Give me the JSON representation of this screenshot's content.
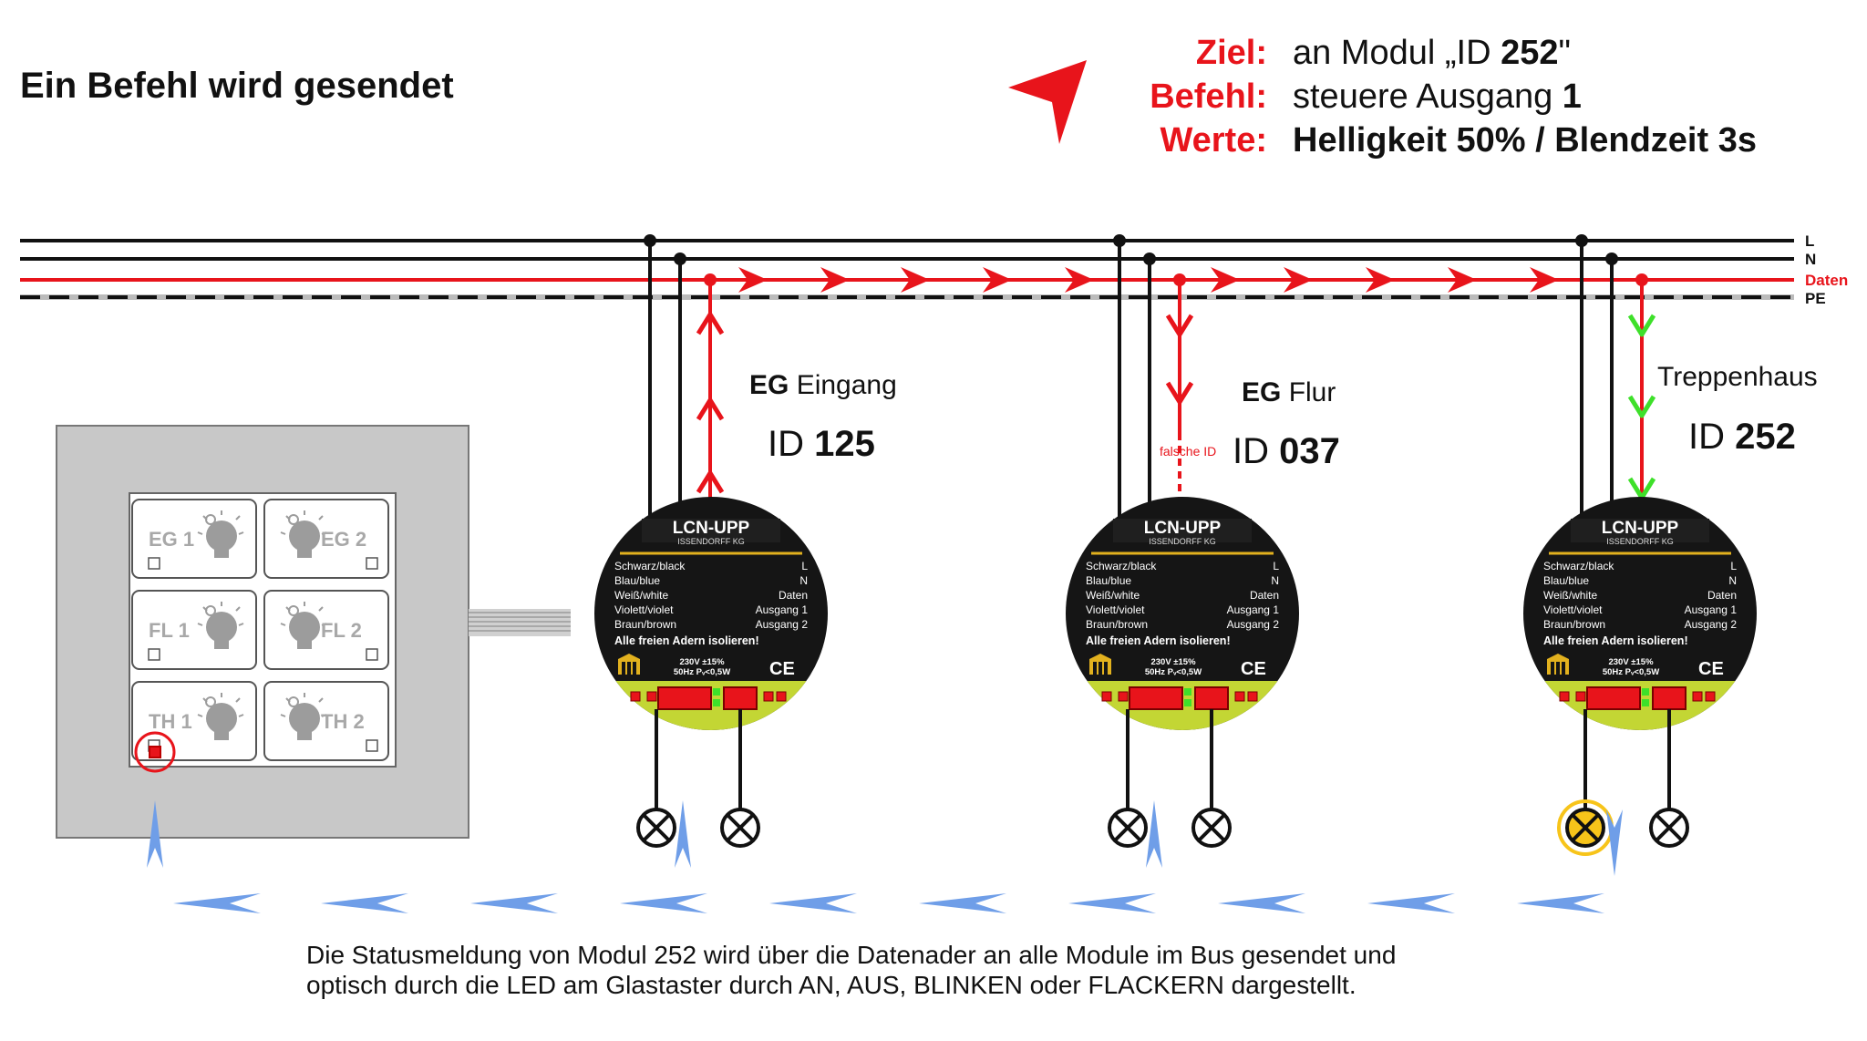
{
  "title": "Ein Befehl wird gesendet",
  "command": [
    {
      "label": "Ziel:",
      "pre": "an Modul „ID ",
      "bold": "252",
      "post": "\""
    },
    {
      "label": "Befehl:",
      "pre": "steuere Ausgang ",
      "bold": "1",
      "post": ""
    },
    {
      "label": "Werte:",
      "pre": "",
      "bold": "Helligkeit 50% / Blendzeit 3s",
      "post": ""
    }
  ],
  "bus_lines": {
    "L": "L",
    "N": "N",
    "Daten": "Daten",
    "PE": "PE"
  },
  "modules": [
    {
      "area_bold": "EG",
      "area": " Eingang",
      "id_prefix": "ID ",
      "id": "125"
    },
    {
      "area_bold": "EG",
      "area": " Flur",
      "id_prefix": "ID ",
      "id": "037",
      "note": "falsche ID"
    },
    {
      "area": "Treppenhaus",
      "id_prefix": "ID ",
      "id": "252"
    }
  ],
  "module_label": {
    "brand": "LCN-UPP",
    "maker": "ISSENDORFF KG",
    "wires": [
      {
        "left": "Schwarz/black",
        "right": "L"
      },
      {
        "left": "Blau/blue",
        "right": "N"
      },
      {
        "left": "Weiß/white",
        "right": "Daten"
      },
      {
        "left": "Violett/violet",
        "right": "Ausgang 1"
      },
      {
        "left": "Braun/brown",
        "right": "Ausgang 2"
      }
    ],
    "warning": "Alle freien Adern isolieren!",
    "rating1": "230V ±15%",
    "rating2": "50Hz Pᵥ<0,5W",
    "ce": "CE"
  },
  "keypad": [
    "EG 1",
    "EG 2",
    "FL 1",
    "FL 2",
    "TH 1",
    "TH 2"
  ],
  "status_text": [
    "Die Statusmeldung von Modul 252 wird über die Datenader an alle Module im Bus gesendet und",
    "optisch durch die LED am Glastaster durch AN, AUS, BLINKEN oder FLACKERN dargestellt."
  ],
  "colors": {
    "data": "#e8141b",
    "return": "#6f9ee8",
    "green": "#3ee02a",
    "lamp_on": "#f7c41a"
  }
}
